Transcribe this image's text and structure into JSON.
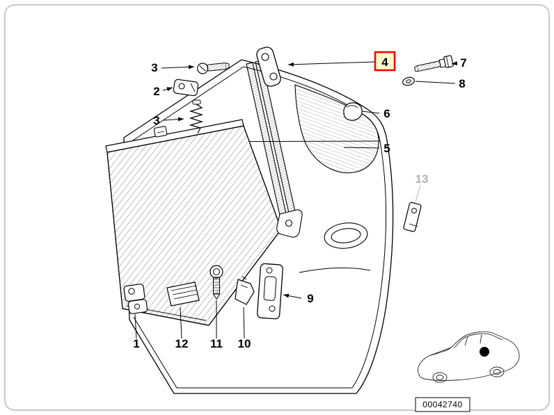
{
  "canvas": {
    "background": "#ffffff",
    "border_color": "#c8c8c8"
  },
  "parts": {
    "p1": "1",
    "p2": "2",
    "p3": "3",
    "p4": "4",
    "p5": "5",
    "p6": "6",
    "p7": "7",
    "p8": "8",
    "p9": "9",
    "p10": "10",
    "p11": "11",
    "p12": "12",
    "p13": "13"
  },
  "highlight": {
    "part": "4",
    "border_color": "#ff0000",
    "fill_color": "#ffffcc"
  },
  "inactive": {
    "part": "13",
    "color": "#b3b3b3"
  },
  "footer": {
    "image_number": "00042740"
  }
}
